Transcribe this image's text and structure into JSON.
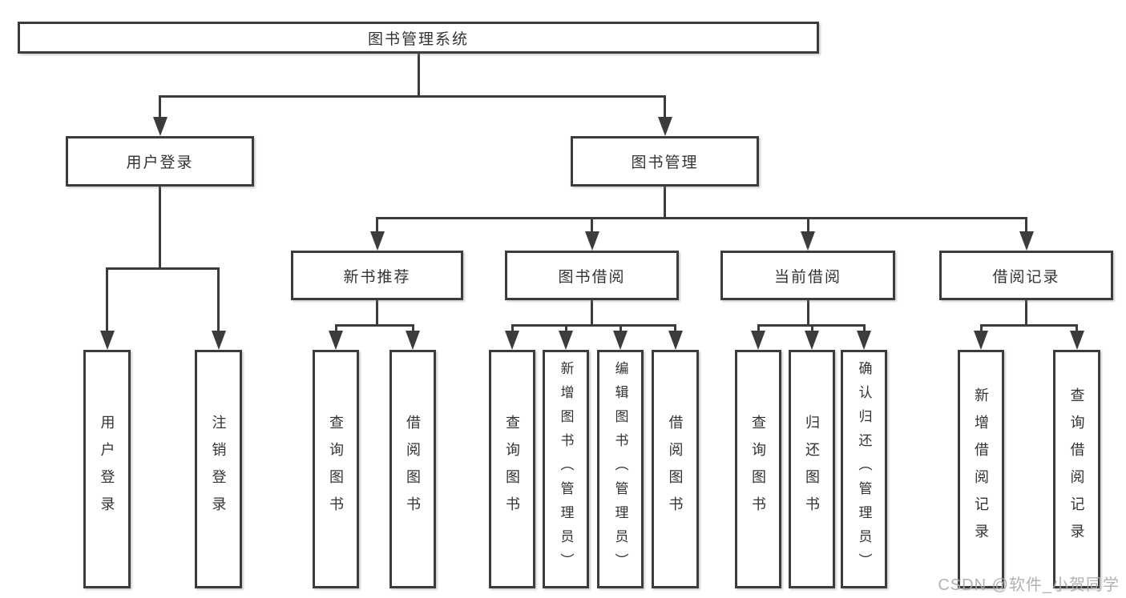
{
  "diagram": {
    "watermark": "CSDN @软件_小贺同学",
    "colors": {
      "line": "#3c3c3c",
      "border": "#3c3c3c",
      "text": "#333333",
      "background": "#ffffff",
      "watermark": "#aaaaaa"
    },
    "nodes": [
      {
        "id": "root",
        "label": "图书管理系统",
        "level": 1,
        "parent": null
      },
      {
        "id": "user-login",
        "label": "用户登录",
        "level": 2,
        "parent": "root"
      },
      {
        "id": "book-mgmt",
        "label": "图书管理",
        "level": 2,
        "parent": "root"
      },
      {
        "id": "new-book-rec",
        "label": "新书推荐",
        "level": 3,
        "parent": "book-mgmt"
      },
      {
        "id": "book-borrow",
        "label": "图书借阅",
        "level": 3,
        "parent": "book-mgmt"
      },
      {
        "id": "current-borrow",
        "label": "当前借阅",
        "level": 3,
        "parent": "book-mgmt"
      },
      {
        "id": "borrow-records",
        "label": "借阅记录",
        "level": 3,
        "parent": "book-mgmt"
      },
      {
        "id": "leaf-user-login",
        "label": "用户登录",
        "level": 4,
        "parent": "user-login"
      },
      {
        "id": "leaf-logout",
        "label": "注销登录",
        "level": 4,
        "parent": "user-login"
      },
      {
        "id": "leaf-nbr-query",
        "label": "查询图书",
        "level": 4,
        "parent": "new-book-rec"
      },
      {
        "id": "leaf-nbr-borrow",
        "label": "借阅图书",
        "level": 4,
        "parent": "new-book-rec"
      },
      {
        "id": "leaf-bb-query",
        "label": "查询图书",
        "level": 4,
        "parent": "book-borrow"
      },
      {
        "id": "leaf-bb-add",
        "label": "新增图书（管理员）",
        "level": 4,
        "parent": "book-borrow"
      },
      {
        "id": "leaf-bb-edit",
        "label": "编辑图书（管理员）",
        "level": 4,
        "parent": "book-borrow"
      },
      {
        "id": "leaf-bb-borrow",
        "label": "借阅图书",
        "level": 4,
        "parent": "book-borrow"
      },
      {
        "id": "leaf-cb-query",
        "label": "查询图书",
        "level": 4,
        "parent": "current-borrow"
      },
      {
        "id": "leaf-cb-return",
        "label": "归还图书",
        "level": 4,
        "parent": "current-borrow"
      },
      {
        "id": "leaf-cb-confirm",
        "label": "确认归还（管理员）",
        "level": 4,
        "parent": "current-borrow"
      },
      {
        "id": "leaf-br-add",
        "label": "新增借阅记录",
        "level": 4,
        "parent": "borrow-records"
      },
      {
        "id": "leaf-br-query",
        "label": "查询借阅记录",
        "level": 4,
        "parent": "borrow-records"
      }
    ]
  }
}
